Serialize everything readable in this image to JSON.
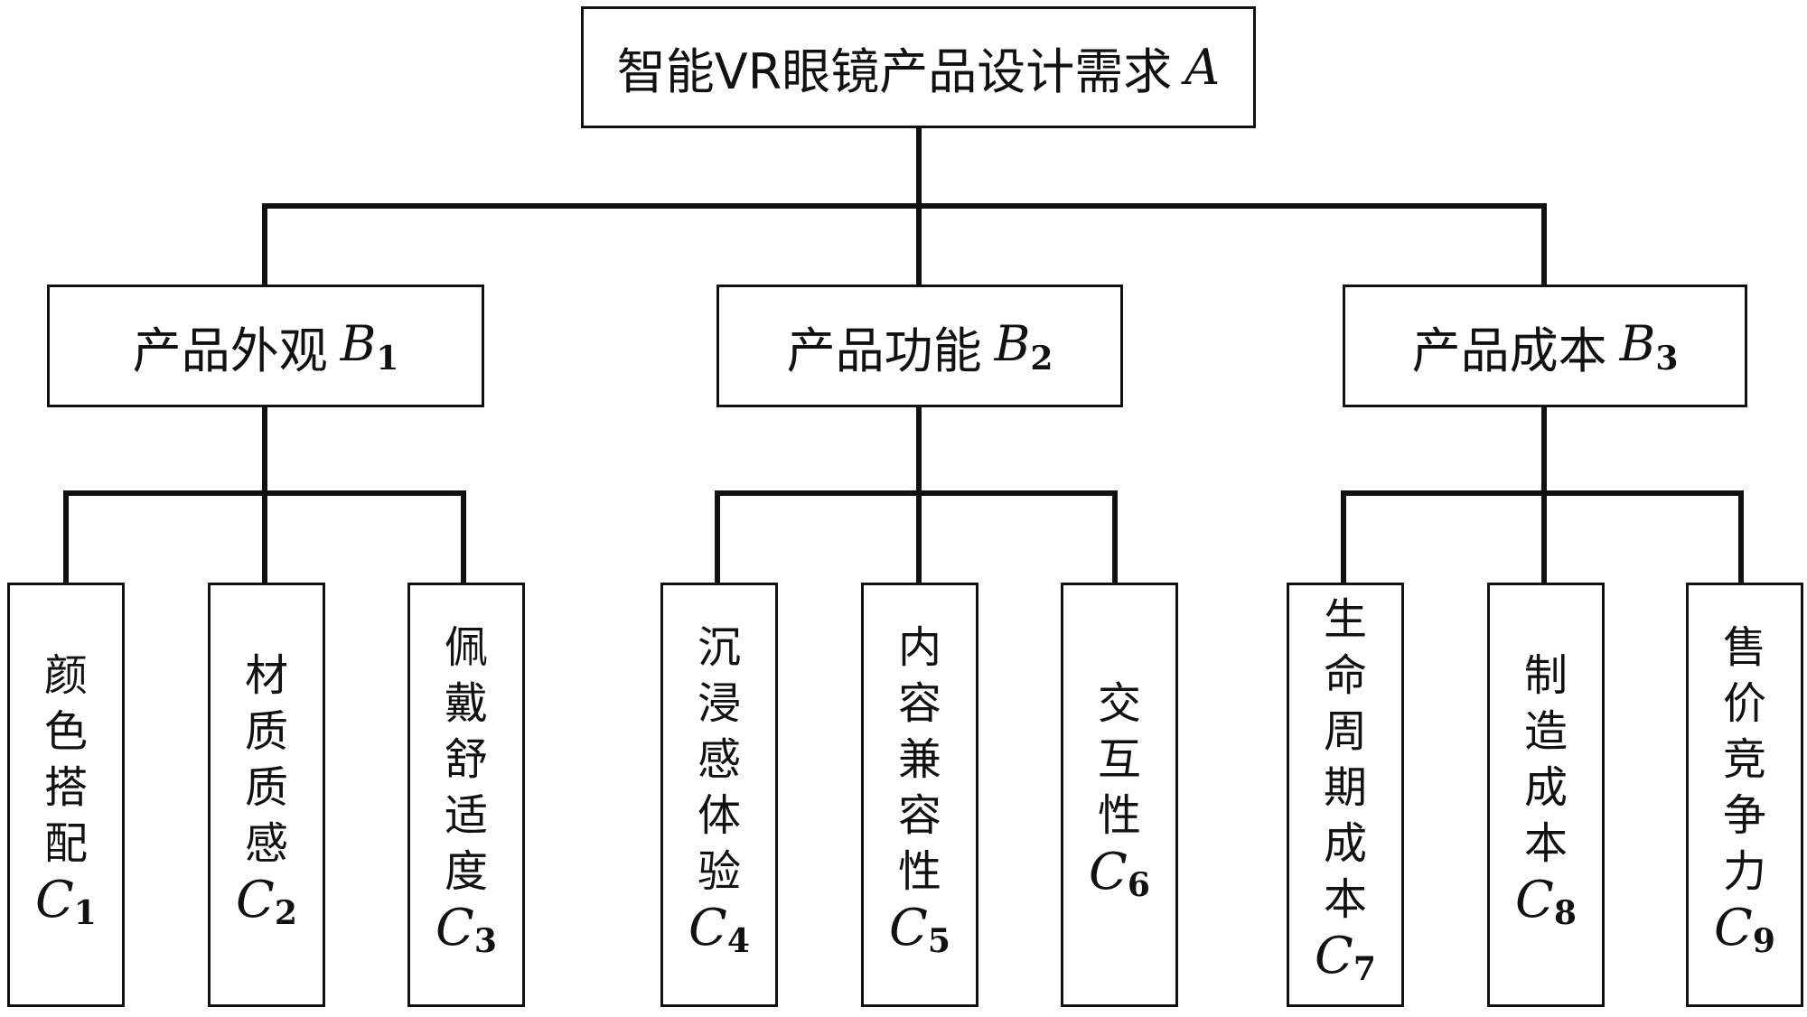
{
  "root": {
    "label": "智能VR眼镜产品设计需求",
    "symbol": "A"
  },
  "criteria": [
    {
      "label": "产品外观",
      "symbol": "B",
      "index": "1"
    },
    {
      "label": "产品功能",
      "symbol": "B",
      "index": "2"
    },
    {
      "label": "产品成本",
      "symbol": "B",
      "index": "3"
    }
  ],
  "subcriteria": [
    {
      "label": "颜色搭配",
      "symbol": "C",
      "index": "1",
      "parent": 0
    },
    {
      "label": "材质质感",
      "symbol": "C",
      "index": "2",
      "parent": 0
    },
    {
      "label": "佩戴舒适度",
      "symbol": "C",
      "index": "3",
      "parent": 0
    },
    {
      "label": "沉浸感体验",
      "symbol": "C",
      "index": "4",
      "parent": 1
    },
    {
      "label": "内容兼容性",
      "symbol": "C",
      "index": "5",
      "parent": 1
    },
    {
      "label": "交互性",
      "symbol": "C",
      "index": "6",
      "parent": 1
    },
    {
      "label": "生命周期成本",
      "symbol": "C",
      "index": "7",
      "parent": 2
    },
    {
      "label": "制造成本",
      "symbol": "C",
      "index": "8",
      "parent": 2
    },
    {
      "label": "售价竞争力",
      "symbol": "C",
      "index": "9",
      "parent": 2
    }
  ]
}
